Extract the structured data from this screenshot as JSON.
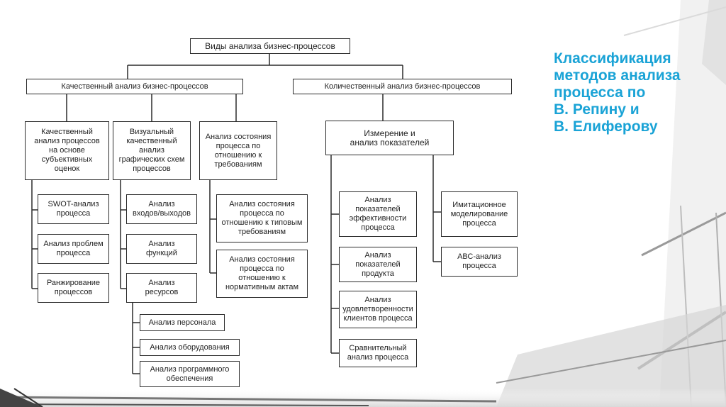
{
  "slide": {
    "title": "Классификация\nметодов анализа\nпроцесса по\nВ. Репину и\nВ. Елиферову",
    "accent_color": "#1aa3d6"
  },
  "diagram": {
    "root": "Виды анализа бизнес-процессов",
    "qualitative": {
      "label": "Качественный анализ бизнес-процессов",
      "subjective": {
        "label": "Качественный\nанализ процессов\nна основе\nсубъективных\nоценок",
        "items": [
          "SWOT-анализ\nпроцесса",
          "Анализ проблем\nпроцесса",
          "Ранжирование\nпроцессов"
        ]
      },
      "visual": {
        "label": "Визуальный\nкачественный\nанализ\nграфических схем\nпроцессов",
        "items": [
          "Анализ\nвходов/выходов",
          "Анализ\nфункций",
          "Анализ\nресурсов"
        ],
        "resources": [
          "Анализ персонала",
          "Анализ оборудования",
          "Анализ программного\nобеспечения"
        ]
      },
      "state": {
        "label": "Анализ состояния\nпроцесса по\nотношению к\nтребованиям",
        "items": [
          "Анализ состояния\nпроцесса по\nотношению к типовым\nтребованиям",
          "Анализ состояния\nпроцесса по\nотношению к\nнормативным актам"
        ]
      }
    },
    "quantitative": {
      "label": "Количественный анализ бизнес-процессов",
      "measurement": {
        "label": "Измерение и\nанализ показателей",
        "left_items": [
          "Анализ\nпоказателей\nэффективности\nпроцесса",
          "Анализ\nпоказателей\nпродукта",
          "Анализ\nудовлетворенности\nклиентов процесса",
          "Сравнительный\nанализ процесса"
        ],
        "right_items": [
          "Имитационное\nмоделирование\nпроцесса",
          "АВС-анализ\nпроцесса"
        ]
      }
    }
  }
}
